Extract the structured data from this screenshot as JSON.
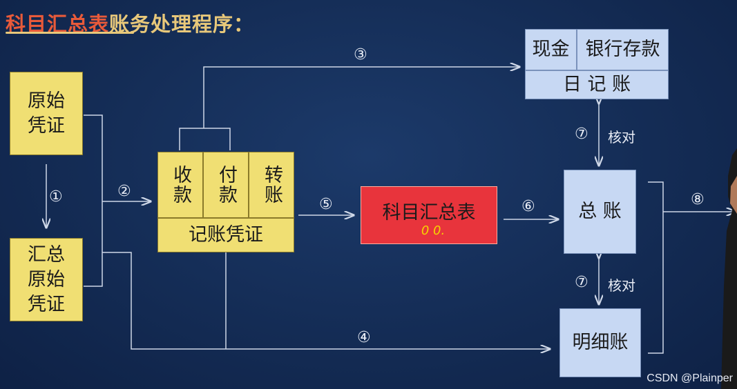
{
  "title": {
    "part1": "科目汇总表",
    "part2": "账务处理程序："
  },
  "boxes": {
    "original_voucher": "原始\n凭证",
    "summary_original_voucher": "汇总\n原始\n凭证",
    "receipt": "收款",
    "payment": "付款",
    "transfer": "转账",
    "accounting_voucher": "记账凭证",
    "summary_table": "科目汇总表",
    "summary_mark": "0 0.",
    "cash": "现金",
    "bank_deposit": "银行存款",
    "journal": "日 记 账",
    "general_ledger": "总 账",
    "subsidiary_ledger": "明细账"
  },
  "steps": {
    "s1": "①",
    "s2": "②",
    "s3": "③",
    "s4": "④",
    "s5": "⑤",
    "s6": "⑥",
    "s7a": "⑦",
    "s7b": "⑦",
    "s8": "⑧"
  },
  "labels": {
    "check_a": "核对",
    "check_b": "核对"
  },
  "colors": {
    "yellow_box": "#f0df73",
    "blue_box": "#c7d8f3",
    "red_box": "#e8343c",
    "background": "#142c55"
  },
  "watermark": "CSDN @Plainper"
}
